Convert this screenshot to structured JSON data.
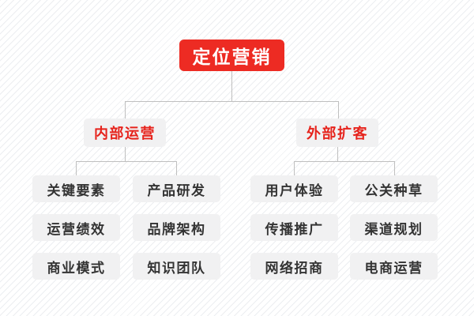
{
  "diagram": {
    "type": "organizational-tree",
    "colors": {
      "root_fill": "#ed2b23",
      "root_text": "#ffffff",
      "branch_fill": "#f1f1f2",
      "branch_text": "#e6231c",
      "leaf_fill": "#f1f1f2",
      "leaf_text": "#333333",
      "connector": "#bfbfbf",
      "background": "#ffffff",
      "background_stripe": "#eceef1"
    },
    "root": {
      "label": "定位营销"
    },
    "branches": [
      {
        "label": "内部运营",
        "children": [
          {
            "label": "关键要素"
          },
          {
            "label": "产品研发"
          },
          {
            "label": "运营绩效"
          },
          {
            "label": "品牌架构"
          },
          {
            "label": "商业模式"
          },
          {
            "label": "知识团队"
          }
        ]
      },
      {
        "label": "外部扩客",
        "children": [
          {
            "label": "用户体验"
          },
          {
            "label": "公关种草"
          },
          {
            "label": "传播推广"
          },
          {
            "label": "渠道规划"
          },
          {
            "label": "网络招商"
          },
          {
            "label": "电商运营"
          }
        ]
      }
    ]
  }
}
